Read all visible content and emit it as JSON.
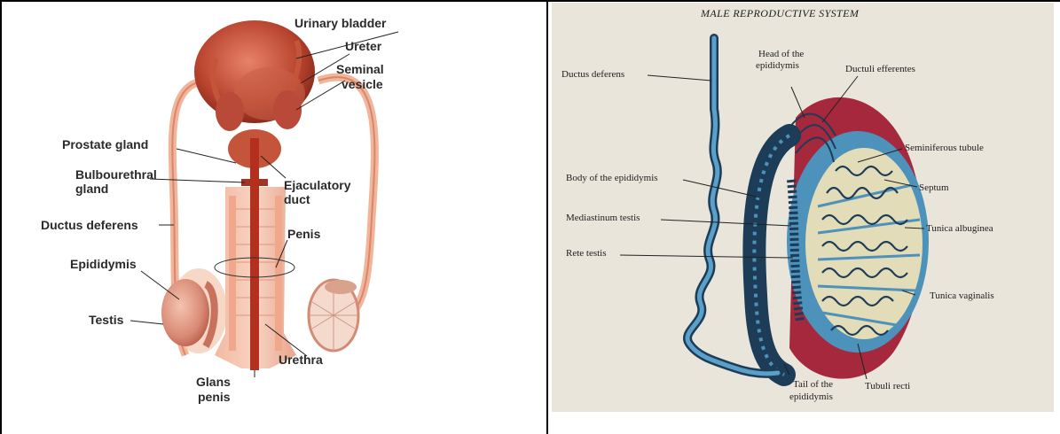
{
  "left_diagram": {
    "labels": {
      "urinary_bladder": "Urinary bladder",
      "ureter": "Ureter",
      "seminal_vesicle_1": "Seminal",
      "seminal_vesicle_2": "vesicle",
      "prostate_gland": "Prostate gland",
      "bulbourethral_1": "Bulbourethral",
      "bulbourethral_2": "gland",
      "ejaculatory_1": "Ejaculatory",
      "ejaculatory_2": "duct",
      "ductus_deferens": "Ductus deferens",
      "penis": "Penis",
      "epididymis": "Epididymis",
      "testis": "Testis",
      "urethra": "Urethra",
      "glans_1": "Glans",
      "glans_2": "penis"
    }
  },
  "right_diagram": {
    "title": "MALE REPRODUCTIVE SYSTEM",
    "labels": {
      "ductus_deferens": "Ductus deferens",
      "head_epididymis_1": "Head of the",
      "head_epididymis_2": "epididymis",
      "ductuli_efferentes": "Ductuli efferentes",
      "seminiferous_tubule": "Seminiferous tubule",
      "body_epididymis": "Body of the epididymis",
      "septum": "Septum",
      "mediastinum_testis": "Mediastinum testis",
      "tunica_albuginea": "Tunica albuginea",
      "rete_testis": "Rete testis",
      "tunica_vaginalis": "Tunica vaginalis",
      "tail_epididymis_1": "Tail of the",
      "tail_epididymis_2": "epididymis",
      "tubuli_recti": "Tubuli recti"
    }
  }
}
